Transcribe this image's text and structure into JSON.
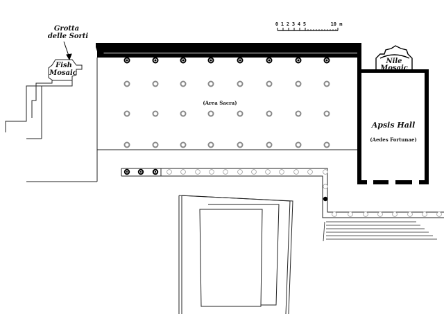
{
  "labels": {
    "grotta": [
      "Grotta",
      "delle Sorti"
    ],
    "fish": [
      "Fish",
      "Mosaic"
    ],
    "nile": [
      "Nile",
      "Mosaic"
    ],
    "area_sacra": "(Area Sacra)",
    "apsis_hall": "Apsis Hall",
    "aedes": "(Aedes Fortunae)"
  },
  "scale": {
    "ticks": [
      "0",
      "1",
      "2",
      "3",
      "4",
      "5"
    ],
    "end_label": "10 m"
  },
  "colors": {
    "wall": "#000000",
    "line": "#222222",
    "column_ring": "#888888",
    "column_dark": "#000000"
  }
}
